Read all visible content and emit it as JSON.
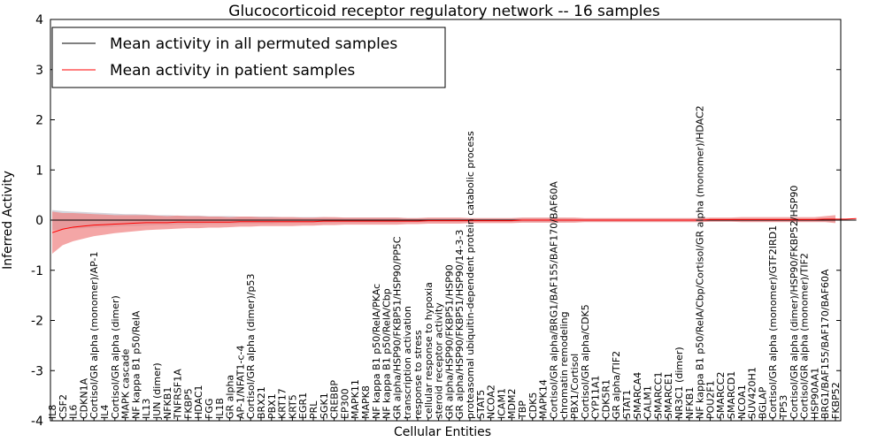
{
  "chart_data": {
    "type": "line",
    "title": "Glucocorticoid receptor regulatory network -- 16 samples",
    "xlabel": "Cellular Entities",
    "ylabel": "Inferred Activity",
    "ylim": [
      -4,
      4
    ],
    "yticks": [
      -4,
      -3,
      -2,
      -1,
      0,
      1,
      2,
      3,
      4
    ],
    "grid": false,
    "legend_position": "top-left",
    "categories": [
      "IL8",
      "CSF2",
      "IL6",
      "CDKN1A",
      "Cortisol/GR alpha (monomer)/AP-1",
      "IL4",
      "Cortisol/GR alpha (dimer)",
      "MAPK cascade",
      "NF kappa B1 p50/RelA",
      "IL13",
      "JUN (dimer)",
      "NFKB1",
      "TNFRSF1A",
      "FKBP5",
      "HDAC1",
      "FGG",
      "IL1B",
      "GR alpha",
      "AP-1/NFAT1-c-4",
      "Cortisol/GR alpha (dimer)/p53",
      "BRX21",
      "PBX1",
      "KRT17",
      "KRT5",
      "EGR1",
      "PRL",
      "SGK1",
      "CREBBP",
      "EP300",
      "MAPK11",
      "MAPK8",
      "NF kappa B1 p50/RelA/PKAc",
      "NF kappa B1 p50/RelA/Cbp",
      "GR alpha/HSP90/FKBP51/HSP90/PP5C",
      "transcription activation",
      "response to stress",
      "cellular response to hypoxia",
      "steroid receptor activity",
      "GR alpha/HSP90/FKBP51/HSP90",
      "GR alpha/HSP90/FKBP51/HSP90/14-3-3",
      "proteasomal ubiquitin-dependent protein catabolic process",
      "STAT5",
      "NCOA2",
      "ICAM1",
      "MDM2",
      "TBP",
      "CDK5",
      "MAPK14",
      "Cortisol/GR alpha/BRG1/BAF155/BAF170/BAF60A",
      "chromatin remodeling",
      "PBX1/Cortisol",
      "Cortisol/GR alpha/CDK5",
      "CYP11A1",
      "CDK5R1",
      "GR alpha/TIF2",
      "STAT1",
      "SMARCA4",
      "CALM1",
      "SMARCC1",
      "SMARCE1",
      "NR3C1 (dimer)",
      "NFKB1",
      "NF kappa B1 p50/RelA/Cbp/Cortisol/GR alpha (monomer)/HDAC2",
      "POU2F1",
      "SMARCC2",
      "SMARCD1",
      "NCOA1",
      "SUV420H1",
      "BGLAP",
      "Cortisol/GR alpha (monomer)/GTF2IRD1",
      "TP53",
      "Cortisol/GR alpha (dimer)/HSP90/FKBP52/HSP90",
      "Cortisol/GR alpha (monomer)/TIF2",
      "HSP90AA1",
      "BRG1/BAF155/BAF170/BAF60A",
      "FKBP52"
    ],
    "series": [
      {
        "name": "Mean activity in all permuted samples",
        "color": "#000000",
        "values": [
          0,
          0,
          0,
          0,
          0,
          0,
          0,
          0,
          0,
          0,
          0,
          0,
          0,
          0,
          0,
          0,
          0,
          0,
          0,
          0,
          0,
          0,
          0,
          0,
          0,
          0,
          0,
          0,
          0,
          0,
          0,
          0,
          0,
          0,
          0,
          0,
          0,
          0,
          0,
          0,
          0,
          0,
          0,
          0,
          0,
          0,
          0,
          0,
          0,
          0,
          0,
          0,
          0,
          0,
          0,
          0,
          0,
          0,
          0,
          0,
          0,
          0,
          0,
          0,
          0,
          0,
          0,
          0,
          0,
          0,
          0,
          0,
          0,
          0,
          0,
          0,
          0,
          0
        ]
      },
      {
        "name": "Mean activity in patient samples",
        "color": "#ff0000",
        "values": [
          -0.25,
          -0.18,
          -0.14,
          -0.12,
          -0.1,
          -0.09,
          -0.08,
          -0.07,
          -0.06,
          -0.05,
          -0.05,
          -0.05,
          -0.04,
          -0.04,
          -0.04,
          -0.04,
          -0.04,
          -0.04,
          -0.03,
          -0.03,
          -0.03,
          -0.03,
          -0.03,
          -0.03,
          -0.03,
          -0.03,
          -0.02,
          -0.02,
          -0.02,
          -0.02,
          -0.02,
          -0.02,
          -0.02,
          -0.02,
          -0.02,
          -0.02,
          -0.01,
          -0.01,
          -0.01,
          -0.01,
          -0.01,
          -0.01,
          -0.01,
          -0.01,
          -0.01,
          0,
          0,
          0,
          0,
          0,
          0,
          0,
          0,
          0,
          0,
          0,
          0,
          0,
          0,
          0,
          0,
          0,
          0,
          0.01,
          0.01,
          0.01,
          0.01,
          0.01,
          0.01,
          0.01,
          0.01,
          0.01,
          0.01,
          0.01,
          0.02,
          0.02,
          0.02,
          0.03
        ]
      }
    ],
    "bands": {
      "permuted_color": "#c8c8d2",
      "patient_color": "#f08080",
      "permuted_halfwidth": [
        0.2,
        0.18,
        0.17,
        0.16,
        0.15,
        0.14,
        0.13,
        0.12,
        0.12,
        0.11,
        0.1,
        0.1,
        0.09,
        0.09,
        0.09,
        0.08,
        0.08,
        0.08,
        0.07,
        0.07,
        0.07,
        0.07,
        0.06,
        0.06,
        0.06,
        0.06,
        0.06,
        0.05,
        0.05,
        0.05,
        0.05,
        0.05,
        0.05,
        0.05,
        0.04,
        0.04,
        0.04,
        0.04,
        0.04,
        0.04,
        0.04,
        0.04,
        0.04,
        0.04,
        0.04,
        0.04,
        0.04,
        0.04,
        0.04,
        0.04,
        0.03,
        0.03,
        0.03,
        0.03,
        0.03,
        0.03,
        0.03,
        0.03,
        0.03,
        0.03,
        0.03,
        0.03,
        0.03,
        0.03,
        0.03,
        0.03,
        0.03,
        0.03,
        0.03,
        0.03,
        0.03,
        0.03,
        0.03,
        0.03,
        0.03,
        0.04,
        0.05,
        0.05
      ],
      "patient_halfwidth": [
        0.42,
        0.32,
        0.28,
        0.25,
        0.22,
        0.2,
        0.18,
        0.17,
        0.16,
        0.15,
        0.14,
        0.13,
        0.13,
        0.12,
        0.12,
        0.11,
        0.11,
        0.1,
        0.1,
        0.1,
        0.09,
        0.09,
        0.09,
        0.09,
        0.08,
        0.08,
        0.08,
        0.08,
        0.07,
        0.07,
        0.07,
        0.07,
        0.07,
        0.07,
        0.06,
        0.06,
        0.06,
        0.06,
        0.06,
        0.06,
        0.05,
        0.05,
        0.05,
        0.05,
        0.05,
        0.05,
        0.05,
        0.05,
        0.05,
        0.05,
        0.05,
        0.04,
        0.04,
        0.04,
        0.04,
        0.04,
        0.04,
        0.04,
        0.04,
        0.04,
        0.04,
        0.04,
        0.04,
        0.04,
        0.04,
        0.04,
        0.05,
        0.05,
        0.05,
        0.05,
        0.05,
        0.05,
        0.05,
        0.05,
        0.06,
        0.08,
        0.1,
        0.08
      ]
    }
  }
}
